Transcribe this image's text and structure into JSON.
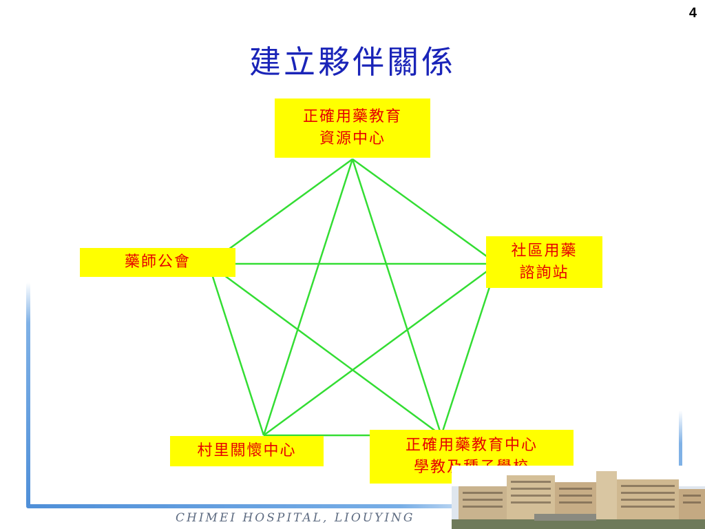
{
  "page_number": "4",
  "title": "建立夥伴關係",
  "footer": "CHIMEI HOSPITAL, LIOUYING",
  "colors": {
    "title": "#1a24b8",
    "node_fill": "#ffff00",
    "node_text": "#e60000",
    "connector": "#33dd33",
    "frame": "#6aa3e0"
  },
  "nodes": {
    "top": {
      "line1": "正確用藥教育",
      "line2": "資源中心"
    },
    "left": {
      "line1": "藥師公會"
    },
    "right": {
      "line1": "社區用藥",
      "line2": "諮詢站"
    },
    "bottom_left": {
      "line1": "村里關懷中心"
    },
    "bottom_right": {
      "line1": "正確用藥教育中心",
      "line2": "學教及種子學校"
    }
  },
  "diagram": {
    "type": "complete-graph",
    "node_order": [
      "top",
      "right",
      "bottom_right",
      "bottom_left",
      "left"
    ],
    "connections": [
      [
        "top",
        "right"
      ],
      [
        "top",
        "bottom_right"
      ],
      [
        "top",
        "bottom_left"
      ],
      [
        "top",
        "left"
      ],
      [
        "right",
        "bottom_right"
      ],
      [
        "right",
        "bottom_left"
      ],
      [
        "right",
        "left"
      ],
      [
        "bottom_right",
        "bottom_left"
      ],
      [
        "bottom_right",
        "left"
      ],
      [
        "bottom_left",
        "left"
      ]
    ]
  }
}
